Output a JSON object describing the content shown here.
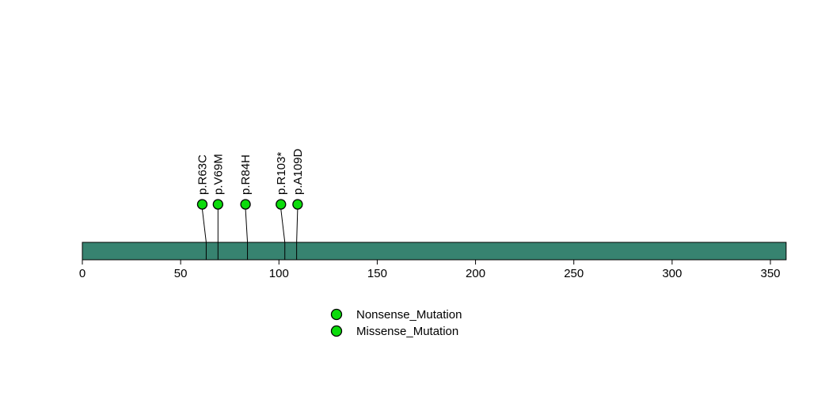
{
  "figure": {
    "background_color": "#ffffff",
    "text_color": "#000000"
  },
  "chart_data": {
    "type": "lollipop",
    "title": "",
    "xlabel": "",
    "ylabel": "",
    "axis": {
      "xlim": [
        0,
        358
      ],
      "ticks": [
        0,
        50,
        100,
        150,
        200,
        250,
        300,
        350
      ],
      "grid": false
    },
    "backbone": {
      "start": 0,
      "end": 358,
      "fill_color": "#378370",
      "border_color": "#000000"
    },
    "mutations": [
      {
        "label": "p.R63C",
        "position": 63,
        "display_position": 61,
        "type": "Missense_Mutation",
        "marker_color": "#0bdb0b"
      },
      {
        "label": "p.V69M",
        "position": 69,
        "display_position": 69,
        "type": "Missense_Mutation",
        "marker_color": "#0bdb0b"
      },
      {
        "label": "p.R84H",
        "position": 84,
        "display_position": 83,
        "type": "Missense_Mutation",
        "marker_color": "#0bdb0b"
      },
      {
        "label": "p.R103*",
        "position": 103,
        "display_position": 101,
        "type": "Nonsense_Mutation",
        "marker_color": "#0bdb0b"
      },
      {
        "label": "p.A109D",
        "position": 109,
        "display_position": 109.5,
        "type": "Missense_Mutation",
        "marker_color": "#0bdb0b"
      }
    ],
    "legend": {
      "position": "bottom-center",
      "items": [
        {
          "label": "Nonsense_Mutation",
          "marker_color": "#0bdb0b"
        },
        {
          "label": "Missense_Mutation",
          "marker_color": "#0bdb0b"
        }
      ]
    }
  }
}
